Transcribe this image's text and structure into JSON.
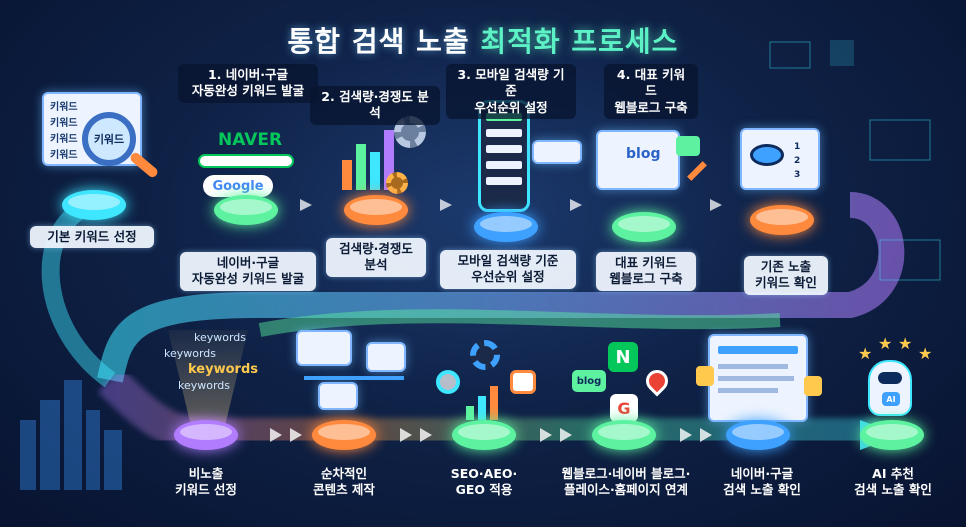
{
  "title": {
    "part1": "통합 검색 노출",
    "part2": "최적화 프로세스"
  },
  "top_row": [
    {
      "id": "basic",
      "caption": "기본 키워드 선정"
    },
    {
      "id": "naver",
      "header": "1. 네이버·구글\n자동완성 키워드 발굴",
      "caption": "네이버·구글\n자동완성 키워드 발굴"
    },
    {
      "id": "volume",
      "header": "2. 검색량·경쟁도 분석",
      "caption": "검색량·경쟁도\n분석"
    },
    {
      "id": "mobile",
      "header": "3. 모바일 검색량 기준\n우선순위 설정",
      "caption": "모바일 검색량 기준\n우선순위 설정"
    },
    {
      "id": "blog",
      "header": "4. 대표 키워드\n웹블로그 구축",
      "caption": "대표 키워드\n웹블로그 구축"
    },
    {
      "id": "exposure",
      "caption": "기존 노출\n키워드 확인"
    }
  ],
  "bottom_row": [
    {
      "id": "nonexposed",
      "caption": "비노출\n키워드 선정"
    },
    {
      "id": "content",
      "caption": "순차적인\n콘텐츠 제작"
    },
    {
      "id": "seo",
      "caption": "SEO·AEO·\nGEO 적용"
    },
    {
      "id": "link",
      "caption": "웹블로그·네이버 블로그·\n플레이스·홈페이지 연계"
    },
    {
      "id": "confirm",
      "caption": "네이버·구글\n검색 노출 확인"
    },
    {
      "id": "ai",
      "caption": "AI 추천\n검색 노출 확인"
    }
  ],
  "illustrations": {
    "keyword_card": [
      "키워드",
      "키워드",
      "키워드",
      "키워드"
    ],
    "magnifier_text": "키워드",
    "naver_logo": "NAVER",
    "google_logo": "Google",
    "blog_label": "blog",
    "keywords_words": [
      "keywords",
      "keywords",
      "keywords",
      "keywords"
    ],
    "rank_labels": [
      "1",
      "2",
      "3"
    ],
    "n_badge": "N",
    "g_badge": "G",
    "ai_badge": "AI",
    "small_blog_badge": "blog"
  },
  "colors": {
    "flow_cyan": "#3ee6ff",
    "flow_green": "#5cf2a0",
    "flow_purple": "#b27cff",
    "flow_orange": "#ff8a3d",
    "accent_teal": "#5cf2c6",
    "naver_green": "#03c75a"
  }
}
